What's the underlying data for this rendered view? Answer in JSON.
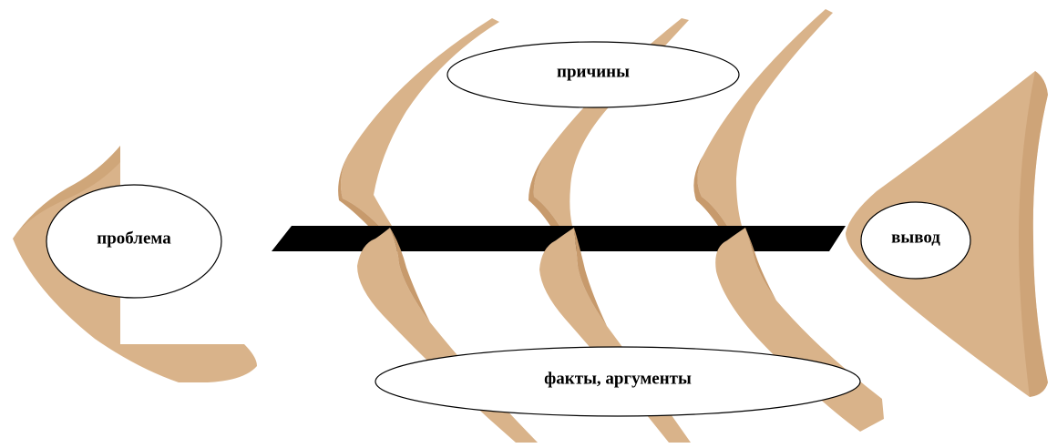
{
  "diagram": {
    "labels": {
      "problem": "проблема",
      "causes": "причины",
      "conclusion": "вывод",
      "facts": "факты, аргументы"
    }
  },
  "colors": {
    "bone": "#d9b38a",
    "bone_shadow": "#c79a6c",
    "spine": "#000000",
    "oval_fill": "#ffffff",
    "oval_stroke": "#000000"
  }
}
